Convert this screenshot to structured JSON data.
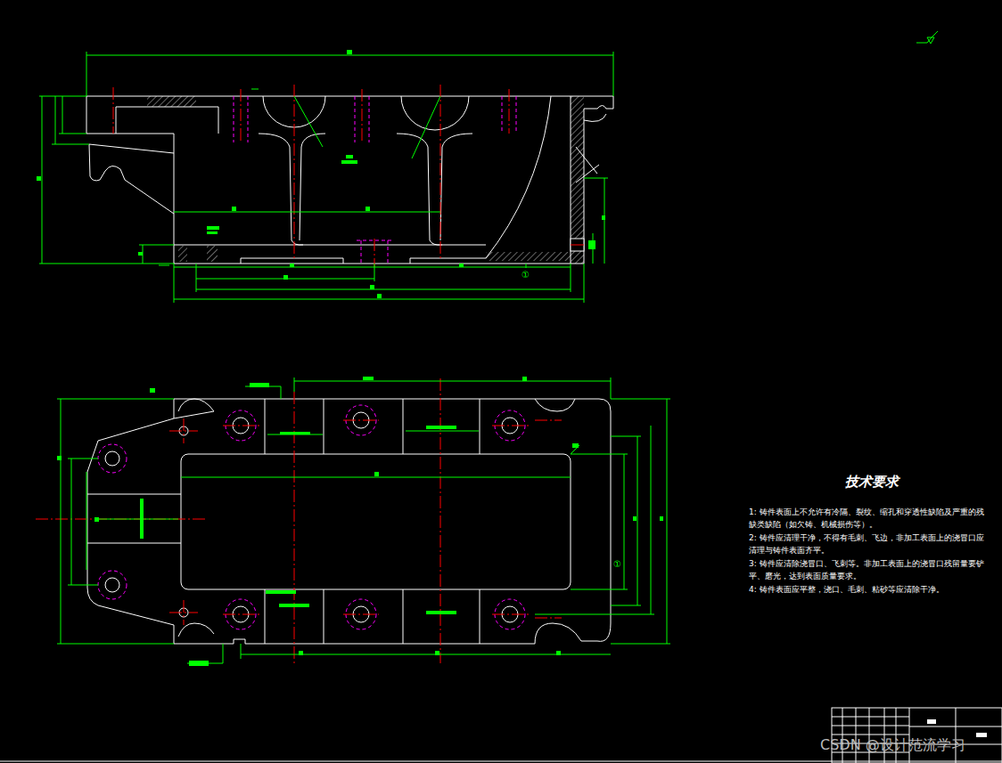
{
  "diagram": {
    "title": "技术要求",
    "labels": [
      "1: 铸件表面上不允许有冷隔、裂纹、缩孔和穿透性缺陷及严重的残缺类缺陷（如欠铸、机械损伤等）。",
      "2: 铸件应清理干净，不得有毛刺、飞边，非加工表面上的浇冒口应清理与铸件表面齐平。",
      "3: 铸件应清除浇冒口、飞刺等。非加工表面上的浇冒口残留量要铲平、磨光，达到表面质量要求。",
      "4: 铸件表面应平整，浇口、毛刺、粘砂等应清除干净。",
      "①",
      "①",
      "CSDN @设计范流学习"
    ]
  }
}
